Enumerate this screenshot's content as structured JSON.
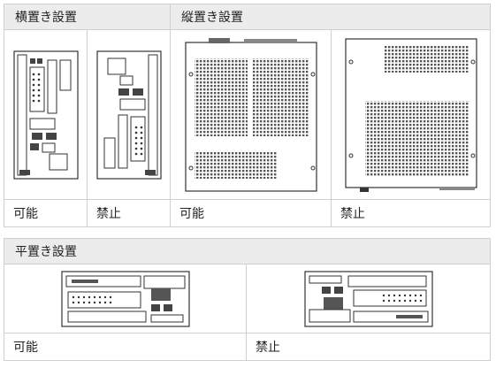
{
  "sections": {
    "horizontal": "横置き設置",
    "vertical": "縦置き設置",
    "flat": "平置き設置"
  },
  "labels": {
    "allowed": "可能",
    "forbidden": "禁止"
  },
  "colors": {
    "header_bg": "#ececec",
    "border": "#cfcfcf",
    "drawing": "#333333"
  }
}
